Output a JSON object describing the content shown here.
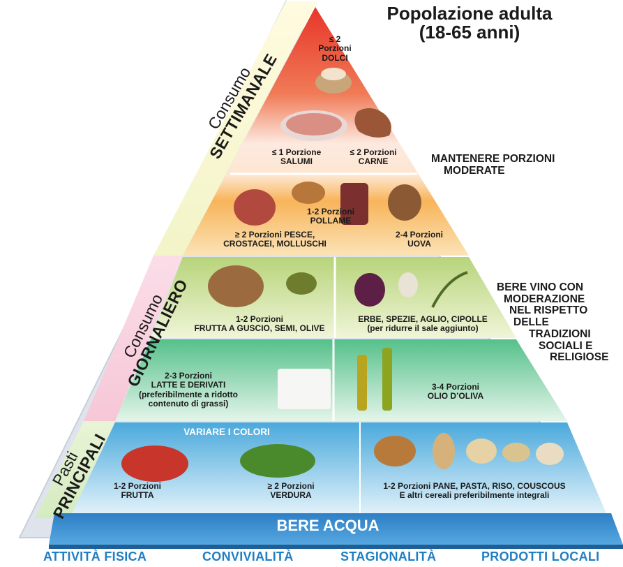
{
  "title": "Popolazione adulta\n(18-65 anni)",
  "title_line1": "Popolazione adulta",
  "title_line2": "(18-65 anni)",
  "colors": {
    "water": "#2f80c7",
    "footer_text": "#1f7fc4",
    "weekly_top": "#e53a2c",
    "weekly_bottom": "#f7b25a",
    "nuts_band": "#c2d98a",
    "oil_band": "#5cc48a",
    "base_band": "#7cc6e6"
  },
  "sections": {
    "weekly": {
      "line1": "Consumo",
      "line2": "SETTIMANALE"
    },
    "daily": {
      "line1": "Consumo",
      "line2": "GIORNALIERO"
    },
    "meals": {
      "line1": "Pasti",
      "line2": "PRINCIPALI"
    }
  },
  "tiers": {
    "sweets": {
      "line1": "≤ 2",
      "line2": "Porzioni",
      "line3": "DOLCI"
    },
    "salumi": {
      "line1": "≤ 1 Porzione",
      "line2": "SALUMI"
    },
    "carne": {
      "line1": "≤ 2 Porzioni",
      "line2": "CARNE"
    },
    "pollame": {
      "line1": "1-2 Porzioni",
      "line2": "POLLAME"
    },
    "pesce": {
      "line1": "≥ 2 Porzioni PESCE,",
      "line2": "CROSTACEI, MOLLUSCHI"
    },
    "uova": {
      "line1": "2-4 Porzioni",
      "line2": "UOVA"
    },
    "frutta_guscio": {
      "line1": "1-2 Porzioni",
      "line2": "FRUTTA A GUSCIO, SEMI, OLIVE"
    },
    "erbe": {
      "line1": "ERBE, SPEZIE, AGLIO, CIPOLLE",
      "line2": "(per ridurre il sale aggiunto)"
    },
    "latte": {
      "line1": "2-3 Porzioni",
      "line2": "LATTE E DERIVATI",
      "line3": "(preferibilmente a ridotto",
      "line4": "contenuto di grassi)"
    },
    "olio": {
      "line1": "3-4 Porzioni",
      "line2": "OLIO D’OLIVA"
    },
    "variare": "VARIARE I COLORI",
    "frutta": {
      "line1": "1-2 Porzioni",
      "line2": "FRUTTA"
    },
    "verdura": {
      "line1": "≥ 2 Porzioni",
      "line2": "VERDURA"
    },
    "cereali": {
      "line1": "1-2 Porzioni PANE, PASTA, RISO, COUSCOUS",
      "line2": "E altri cereali preferibilmente integrali"
    },
    "acqua": "BERE ACQUA"
  },
  "side_notes": {
    "porzioni": {
      "line1": "MANTENERE PORZIONI",
      "line2": "MODERATE"
    },
    "vino": [
      "BERE VINO CON",
      "MODERAZIONE",
      "NEL RISPETTO",
      "DELLE",
      "TRADIZIONI",
      "SOCIALI E",
      "RELIGIOSE"
    ]
  },
  "footer": [
    "ATTIVITÀ FISICA",
    "CONVIVIALITÀ",
    "STAGIONALITÀ",
    "PRODOTTI LOCALI"
  ]
}
